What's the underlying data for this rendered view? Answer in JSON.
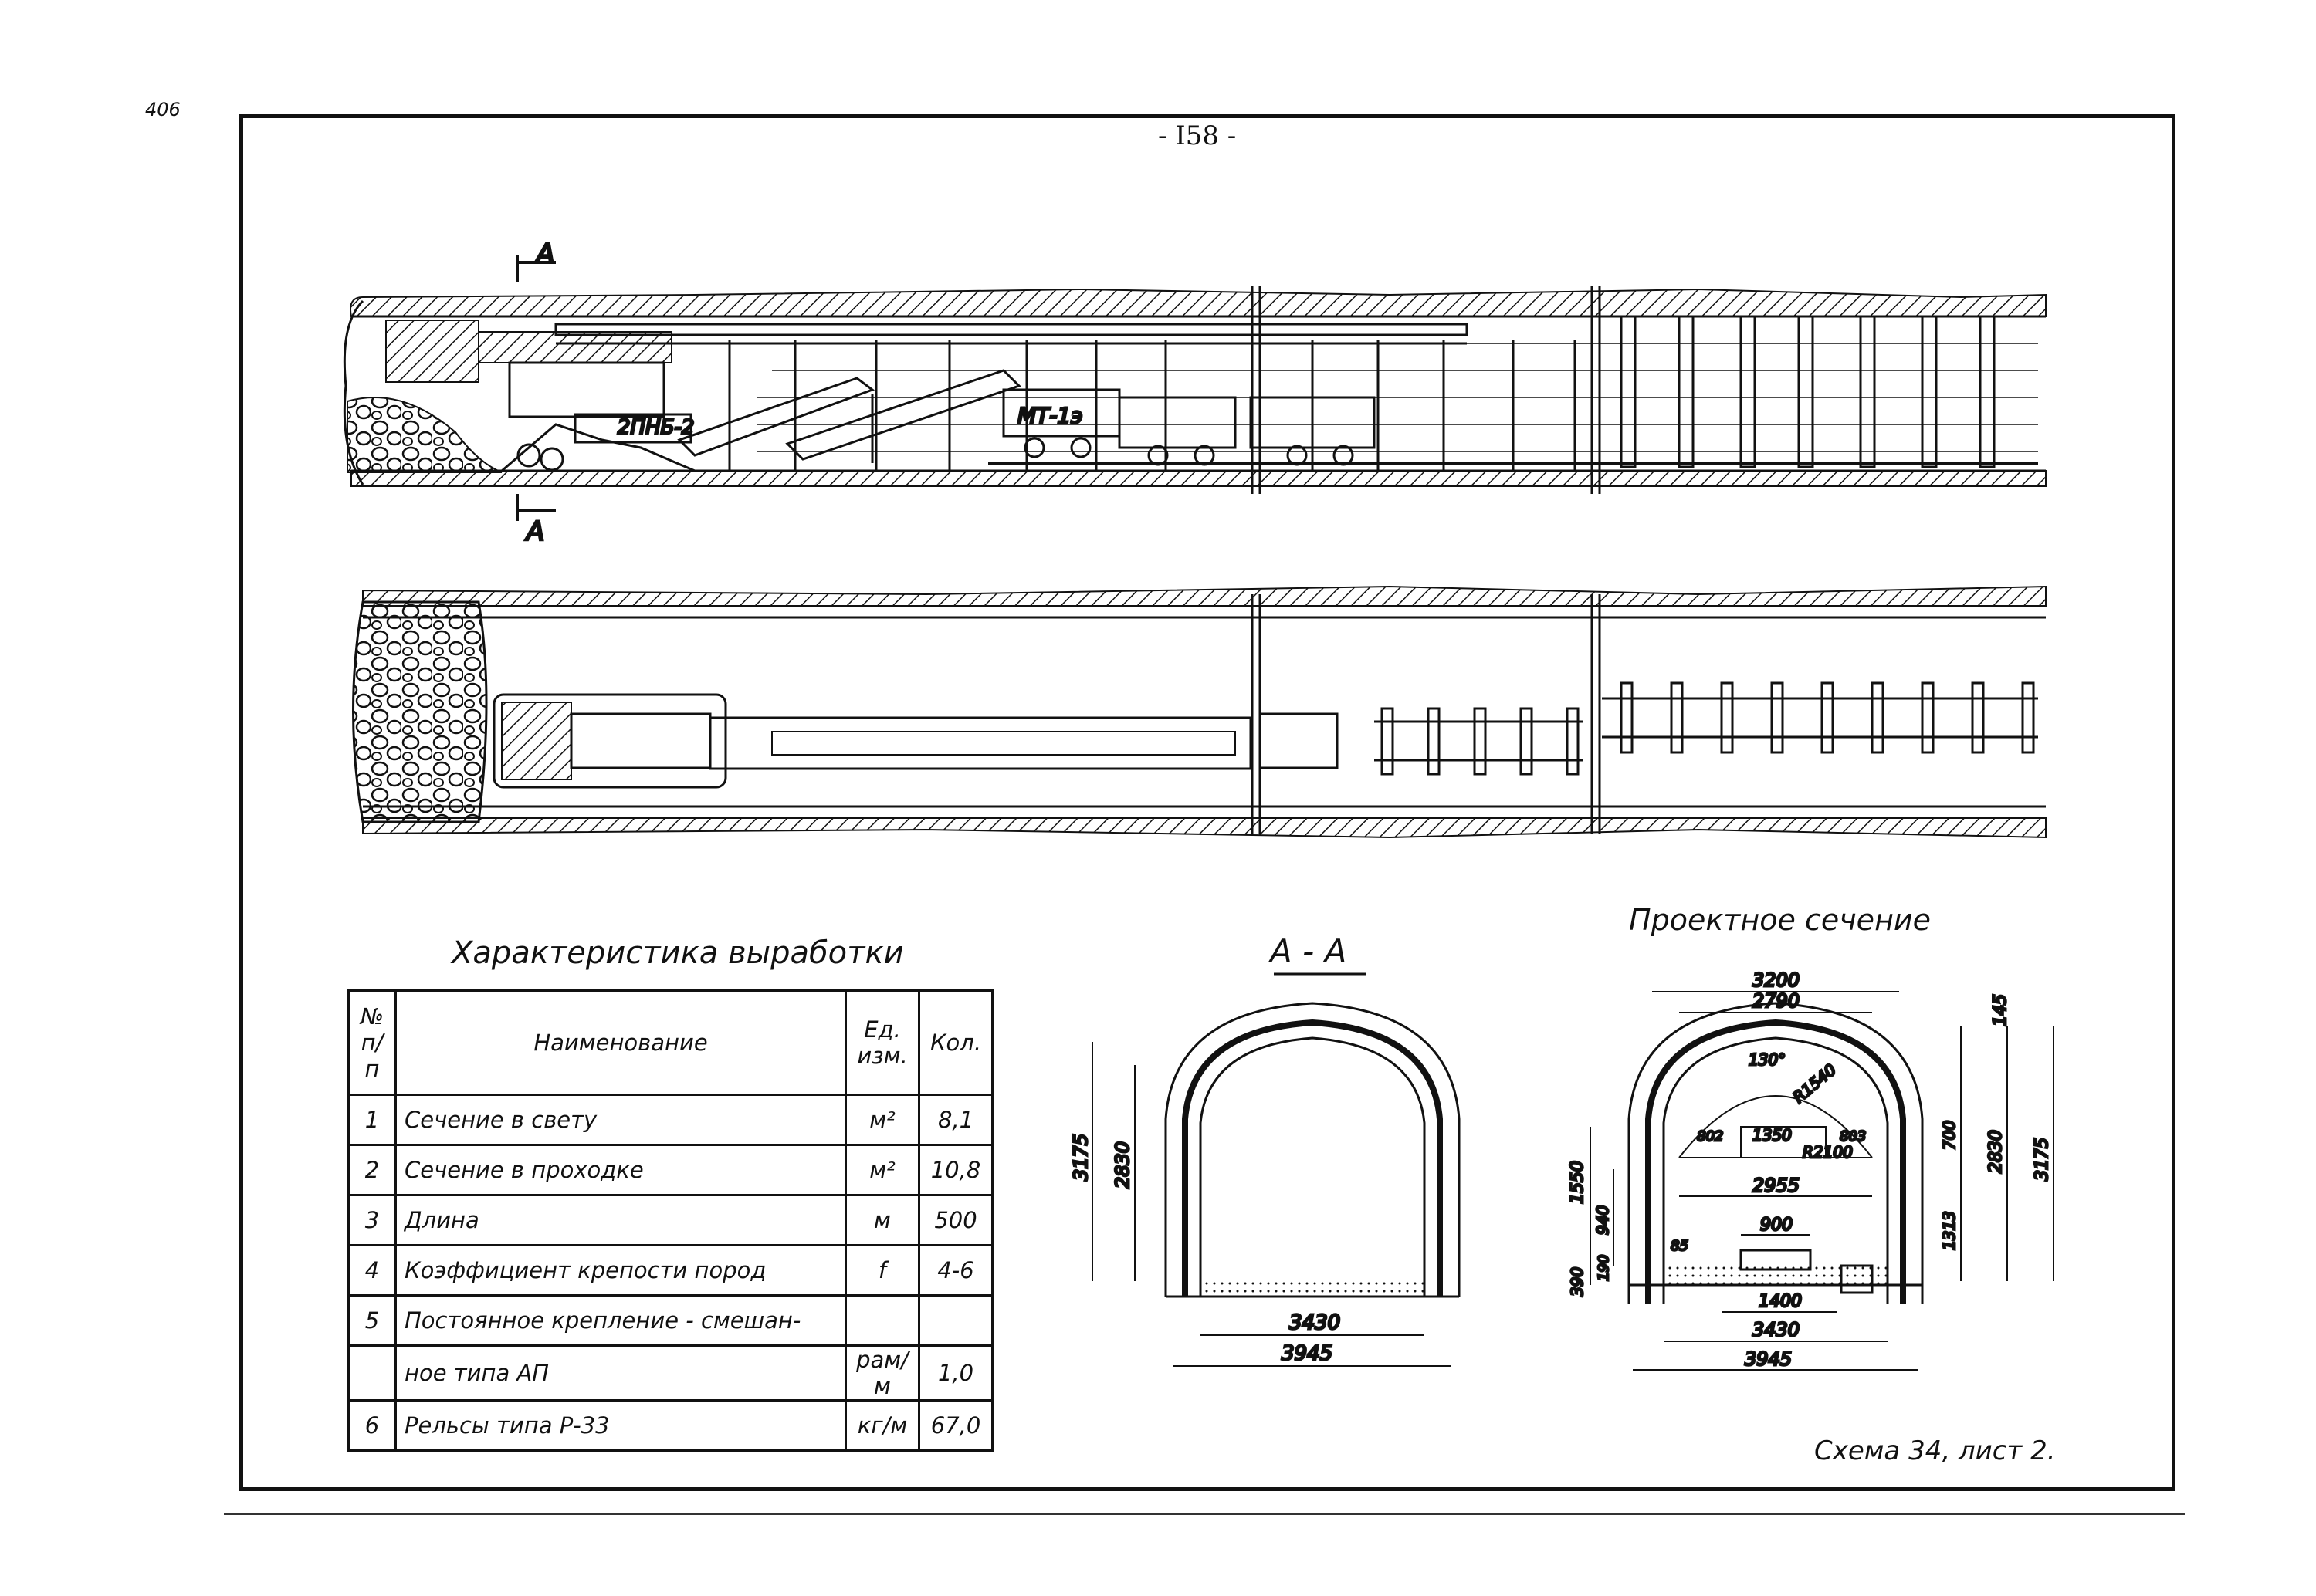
{
  "page": {
    "corner_number": "406",
    "page_number": "- I58 -",
    "schema_caption": "Схема 34, лист 2."
  },
  "section_marks": {
    "top": "A",
    "bottom": "A"
  },
  "equipment_labels": {
    "loader": "2ПНБ-2",
    "loader_truck": "МТ-1э"
  },
  "spec_table": {
    "title": "Характеристика выработки",
    "headers": {
      "no": "№ п/п",
      "name": "Наименование",
      "unit": "Ед. изм.",
      "qty": "Кол."
    },
    "rows": [
      {
        "no": "1",
        "name": "Сечение в свету",
        "unit": "м²",
        "qty": "8,1"
      },
      {
        "no": "2",
        "name": "Сечение в проходке",
        "unit": "м²",
        "qty": "10,8"
      },
      {
        "no": "3",
        "name": "Длина",
        "unit": "м",
        "qty": "500"
      },
      {
        "no": "4",
        "name": "Коэффициент крепости пород",
        "unit": "f",
        "qty": "4-6"
      },
      {
        "no": "5",
        "name": "Постоянное крепление - смешан-",
        "unit": "",
        "qty": ""
      },
      {
        "no": "",
        "name": "ное типа АП",
        "unit": "рам/м",
        "qty": "1,0"
      },
      {
        "no": "6",
        "name": "Рельсы типа Р-33",
        "unit": "кг/м",
        "qty": "67,0"
      }
    ]
  },
  "section_aa": {
    "title": "А - А",
    "dims": {
      "height_outer": "3175",
      "height_inner": "2830",
      "width_inner": "3430",
      "width_outer": "3945"
    }
  },
  "project_section": {
    "title": "Проектное сечение",
    "dims": {
      "top_outer": "3200",
      "top_inner": "2790",
      "r_angle": "130°",
      "r1": "R1540",
      "r2": "R2100",
      "d802_left": "802",
      "d1350": "1350",
      "d803": "803",
      "d2955": "2955",
      "d900": "900",
      "d1400": "1400",
      "w3430": "3430",
      "w3945": "3945",
      "left_1550": "1550",
      "left_940": "940",
      "left_390": "390",
      "left_190": "190",
      "right_145": "145",
      "right_700": "700",
      "right_1313": "1313",
      "right_2830": "2830",
      "right_3175": "3175",
      "angle_85": "85"
    }
  }
}
